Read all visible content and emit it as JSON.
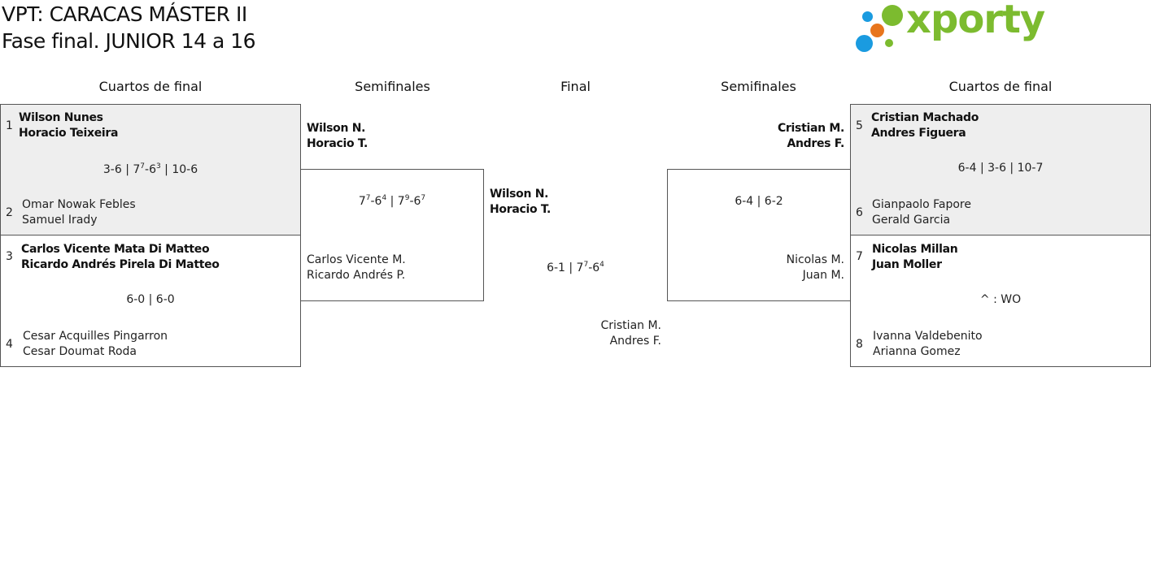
{
  "header": {
    "title_line1": "VPT: CARACAS MÁSTER II",
    "title_line2": "Fase final. JUNIOR 14 a 16"
  },
  "logo": {
    "text": "xporty",
    "icon": "xporty-dots-logo-icon",
    "colors": {
      "green": "#7cbb2f",
      "blue": "#1a9be0",
      "orange": "#e8751c"
    }
  },
  "rounds": {
    "left_qf": "Cuartos de final",
    "left_sf": "Semifinales",
    "final": "Final",
    "right_sf": "Semifinales",
    "right_qf": "Cuartos de final"
  },
  "qf_left": [
    {
      "seed_a": "1",
      "a1": "Wilson Nunes",
      "a2": "Horacio Teixeira",
      "score": [
        {
          "t": "3-6 | 7"
        },
        {
          "s": "7"
        },
        {
          "t": "-6"
        },
        {
          "s": "3"
        },
        {
          "t": " | 10-6"
        }
      ],
      "seed_b": "2",
      "b1": "Omar Nowak Febles",
      "b2": "Samuel Irady"
    },
    {
      "seed_a": "3",
      "a1": "Carlos Vicente Mata Di Matteo",
      "a2": "Ricardo Andrés Pirela Di Matteo",
      "score": [
        {
          "t": "6-0 | 6-0"
        }
      ],
      "seed_b": "4",
      "b1": "Cesar Acquilles Pingarron",
      "b2": "Cesar Doumat Roda"
    }
  ],
  "sf_left": {
    "a1": "Wilson N.",
    "a2": "Horacio T.",
    "score": [
      {
        "t": "7"
      },
      {
        "s": "7"
      },
      {
        "t": "-6"
      },
      {
        "s": "4"
      },
      {
        "t": " | 7"
      },
      {
        "s": "9"
      },
      {
        "t": "-6"
      },
      {
        "s": "7"
      }
    ],
    "b1": "Carlos Vicente M.",
    "b2": "Ricardo Andrés P."
  },
  "final": {
    "a1": "Wilson N.",
    "a2": "Horacio T.",
    "score": [
      {
        "t": "6-1 | 7"
      },
      {
        "s": "7"
      },
      {
        "t": "-6"
      },
      {
        "s": "4"
      }
    ],
    "b1": "Cristian M.",
    "b2": "Andres F."
  },
  "sf_right": {
    "a1": "Cristian M.",
    "a2": "Andres F.",
    "score": [
      {
        "t": "6-4 | 6-2"
      }
    ],
    "b1": "Nicolas M.",
    "b2": "Juan M."
  },
  "qf_right": [
    {
      "seed_a": "5",
      "a1": "Cristian Machado",
      "a2": "Andres Figuera",
      "score": [
        {
          "t": "6-4 | 3-6 | 10-7"
        }
      ],
      "seed_b": "6",
      "b1": "Gianpaolo Fapore",
      "b2": "Gerald Garcia"
    },
    {
      "seed_a": "7",
      "a1": "Nicolas Millan",
      "a2": "Juan Moller",
      "score": [
        {
          "t": "^ : WO"
        }
      ],
      "seed_b": "8",
      "b1": "Ivanna Valdebenito",
      "b2": "Arianna Gomez"
    }
  ]
}
